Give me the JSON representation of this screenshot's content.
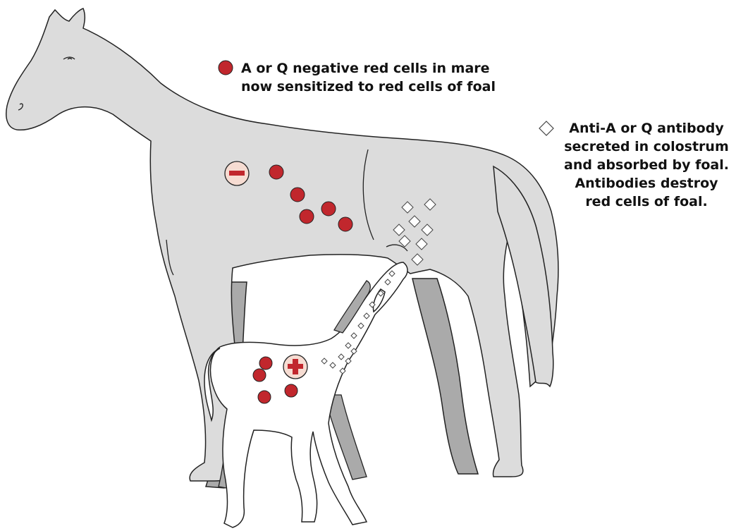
{
  "colors": {
    "red_cell": "#c1272d",
    "antibody": "#ffffff",
    "horse_fill": "#dcdcdc",
    "foal_fill": "#ffffff",
    "shadow": "#aaaaaa",
    "outline": "#222222",
    "sign_fill": "#f6dcd2"
  },
  "icons": {
    "red_cell": "red-circle",
    "antibody": "white-diamond",
    "negative": "minus-sign",
    "positive": "plus-sign"
  },
  "labels": {
    "red_cells": {
      "line1": "A or Q negative red cells in mare",
      "line2": "now sensitized to red cells of foal"
    },
    "antibody": {
      "line1": "Anti-A or Q antibody",
      "line2": "secreted in colostrum",
      "line3": "and absorbed by foal.",
      "line4": "Antibodies destroy",
      "line5": "red cells of foal."
    }
  }
}
